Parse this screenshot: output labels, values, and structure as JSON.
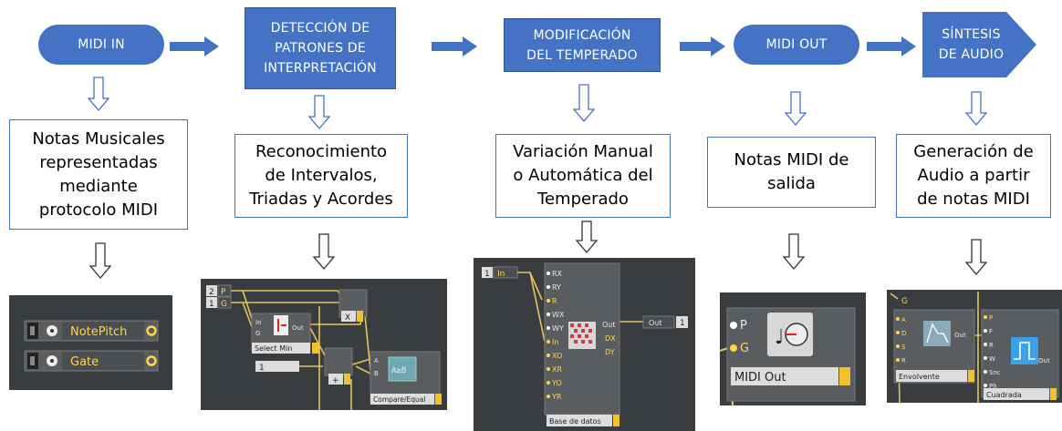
{
  "stages": [
    {
      "lines": [
        "MIDI IN"
      ]
    },
    {
      "lines": [
        "DETECCIÓN DE",
        "PATRONES DE",
        "INTERPRETACIÓN"
      ]
    },
    {
      "lines": [
        "MODIFICACIÓN",
        "DEL TEMPERADO"
      ]
    },
    {
      "lines": [
        "MIDI OUT"
      ]
    },
    {
      "lines": [
        "SÍNTESIS",
        "DE AUDIO"
      ]
    }
  ],
  "descriptions": [
    {
      "lines": [
        "Notas Musicales",
        "representadas",
        "mediante",
        "protocolo MIDI"
      ]
    },
    {
      "lines": [
        "Reconocimiento",
        "de Intervalos,",
        "Triadas y Acordes"
      ]
    },
    {
      "lines": [
        "Variación Manual",
        "o Automática del",
        "Temperado"
      ]
    },
    {
      "lines": [
        "Notas MIDI de",
        "salida"
      ]
    },
    {
      "lines": [
        "Generación de",
        "Audio a partir",
        "de notas MIDI"
      ]
    }
  ],
  "panels": {
    "midi_in": {
      "ports": [
        "NotePitch",
        "Gate"
      ]
    },
    "detect": {
      "inputs": [
        {
          "num": "2",
          "port": "P"
        },
        {
          "num": "1",
          "port": "G"
        }
      ],
      "select_ports": [
        "In",
        "G",
        "Out"
      ],
      "select_name": "Select Min",
      "const_value": "1",
      "op_symbols": [
        "X",
        "+"
      ],
      "compare_ports": [
        "A",
        "B"
      ],
      "compare_icon": "A≥B",
      "compare_name": "Compare/Equal"
    },
    "mod": {
      "input_num": "1",
      "input_port": "In",
      "ports": [
        "RX",
        "RY",
        "R",
        "WX",
        "WY",
        "In",
        "XO",
        "XR",
        "YO",
        "YR"
      ],
      "out_ports": [
        "Out",
        "DX",
        "DY"
      ],
      "out_label": "Out",
      "out_num": "1",
      "name": "Base de datos"
    },
    "midi_out": {
      "ports": [
        "P",
        "G"
      ],
      "name": "MIDI Out"
    },
    "synth": {
      "top_port": "G",
      "env_ports": [
        "A",
        "D",
        "S",
        "R"
      ],
      "env_out": "Out",
      "env_name": "Envolvente",
      "osc_ports": [
        "P",
        "F",
        "R",
        "W",
        "Snc",
        "Ph"
      ],
      "osc_out": "Out",
      "osc_name": "Cuadrada"
    }
  },
  "colors": {
    "stage_blue": "#4472c4",
    "panel_bg": "#3a3d40",
    "wire": "#e8c35a",
    "port": "#ffd54a"
  }
}
